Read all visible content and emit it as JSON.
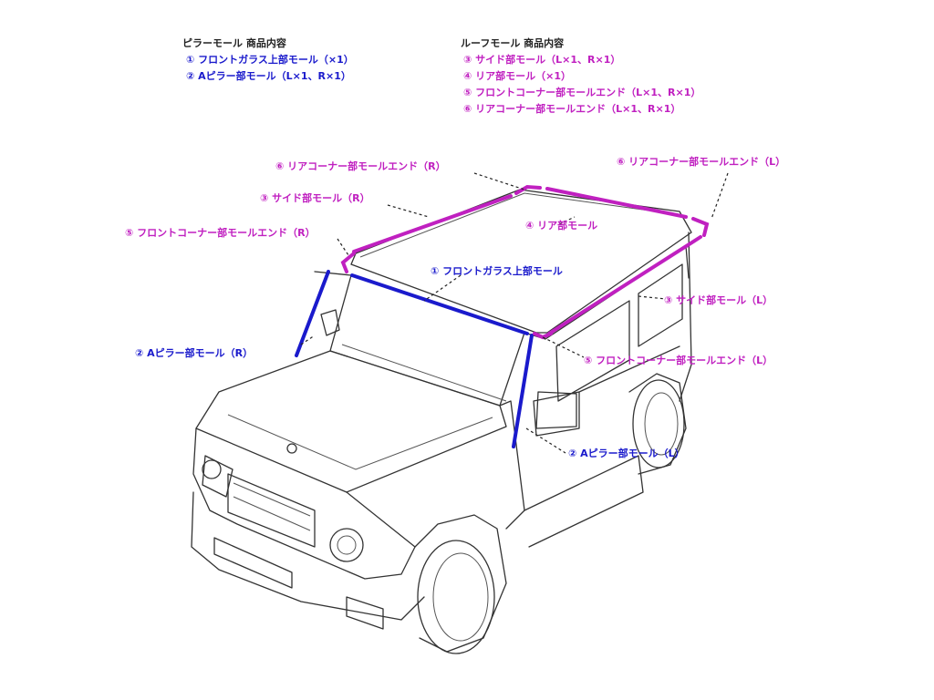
{
  "pillar_group": {
    "heading": "ピラーモール 商品内容",
    "items": [
      "① フロントガラス上部モール（×1）",
      "② Aピラー部モール（L×1、R×1）"
    ]
  },
  "roof_group": {
    "heading": "ルーフモール 商品内容",
    "items": [
      "③ サイド部モール（L×1、R×1）",
      "④ リア部モール（×1）",
      "⑤ フロントコーナー部モールエンド（L×1、R×1）",
      "⑥ リアコーナー部モールエンド（L×1、R×1）"
    ]
  },
  "callouts": {
    "rear_corner_r": "⑥ リアコーナー部モールエンド（R）",
    "rear_corner_l": "⑥ リアコーナー部モールエンド（L）",
    "side_r": "③ サイド部モール（R）",
    "rear": "④ リア部モール",
    "front_corner_r": "⑤ フロントコーナー部モールエンド（R）",
    "windshield_top": "① フロントガラス上部モール",
    "side_l": "③ サイド部モール（L）",
    "a_pillar_r": "② Aピラー部モール（R）",
    "front_corner_l": "⑤ フロントコーナー部モールエンド（L）",
    "a_pillar_l": "② Aピラー部モール（L）"
  },
  "colors": {
    "pillar_parts": "#1a1acc",
    "roof_parts": "#c020c0",
    "outline": "#333333"
  }
}
